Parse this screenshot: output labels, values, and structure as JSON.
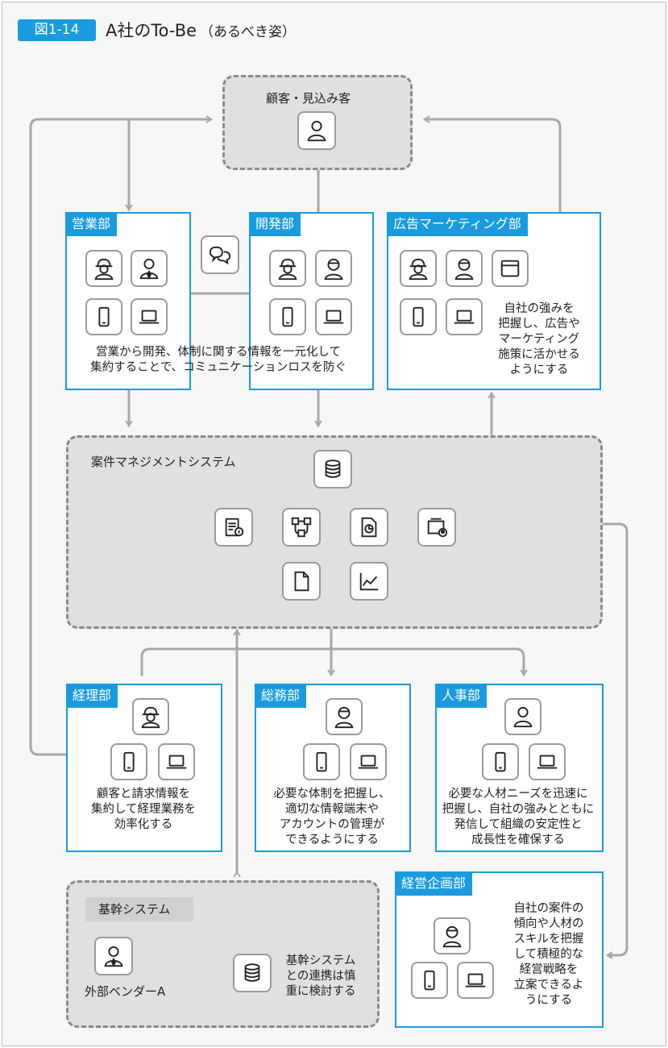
{
  "figure": {
    "badge": "図1-14",
    "title": "A社のTo-Be",
    "subtitle": "（あるべき姿）"
  },
  "customer": {
    "label": "顧客・見込み客"
  },
  "sales": {
    "label": "営業部"
  },
  "dev": {
    "label": "開発部"
  },
  "marketing": {
    "label": "広告マーケティング部",
    "desc": "自社の強みを\n把握し、広告や\nマーケティング\n施策に活かせる\nようにする"
  },
  "sales_dev_desc": "営業から開発、体制に関する情報を一元化して\n集約することで、コミュニケーションロスを防ぐ",
  "system": {
    "label": "案件マネジメントシステム"
  },
  "accounting": {
    "label": "経理部",
    "desc": "顧客と請求情報を\n集約して経理業務を\n効率化する"
  },
  "general": {
    "label": "総務部",
    "desc": "必要な体制を把握し、\n適切な情報端末や\nアカウントの管理が\nできるようにする"
  },
  "hr": {
    "label": "人事部",
    "desc": "必要な人材ニーズを迅速に\n把握し、自社の強みとともに\n発信して組織の安定性と\n成長性を確保する"
  },
  "planning": {
    "label": "経営企画部",
    "desc": "自社の案件の\n傾向や人材の\nスキルを把握\nして積極的な\n経営戦略を\n立案できるよ\nうにする"
  },
  "core": {
    "label": "基幹システム",
    "vendor": "外部ベンダーA",
    "note": "基幹システム\nとの連携は慎\n重に検討する"
  },
  "colors": {
    "accent": "#1a9be0",
    "line": "#a8a8a8",
    "panel": "#e0e0e0"
  }
}
